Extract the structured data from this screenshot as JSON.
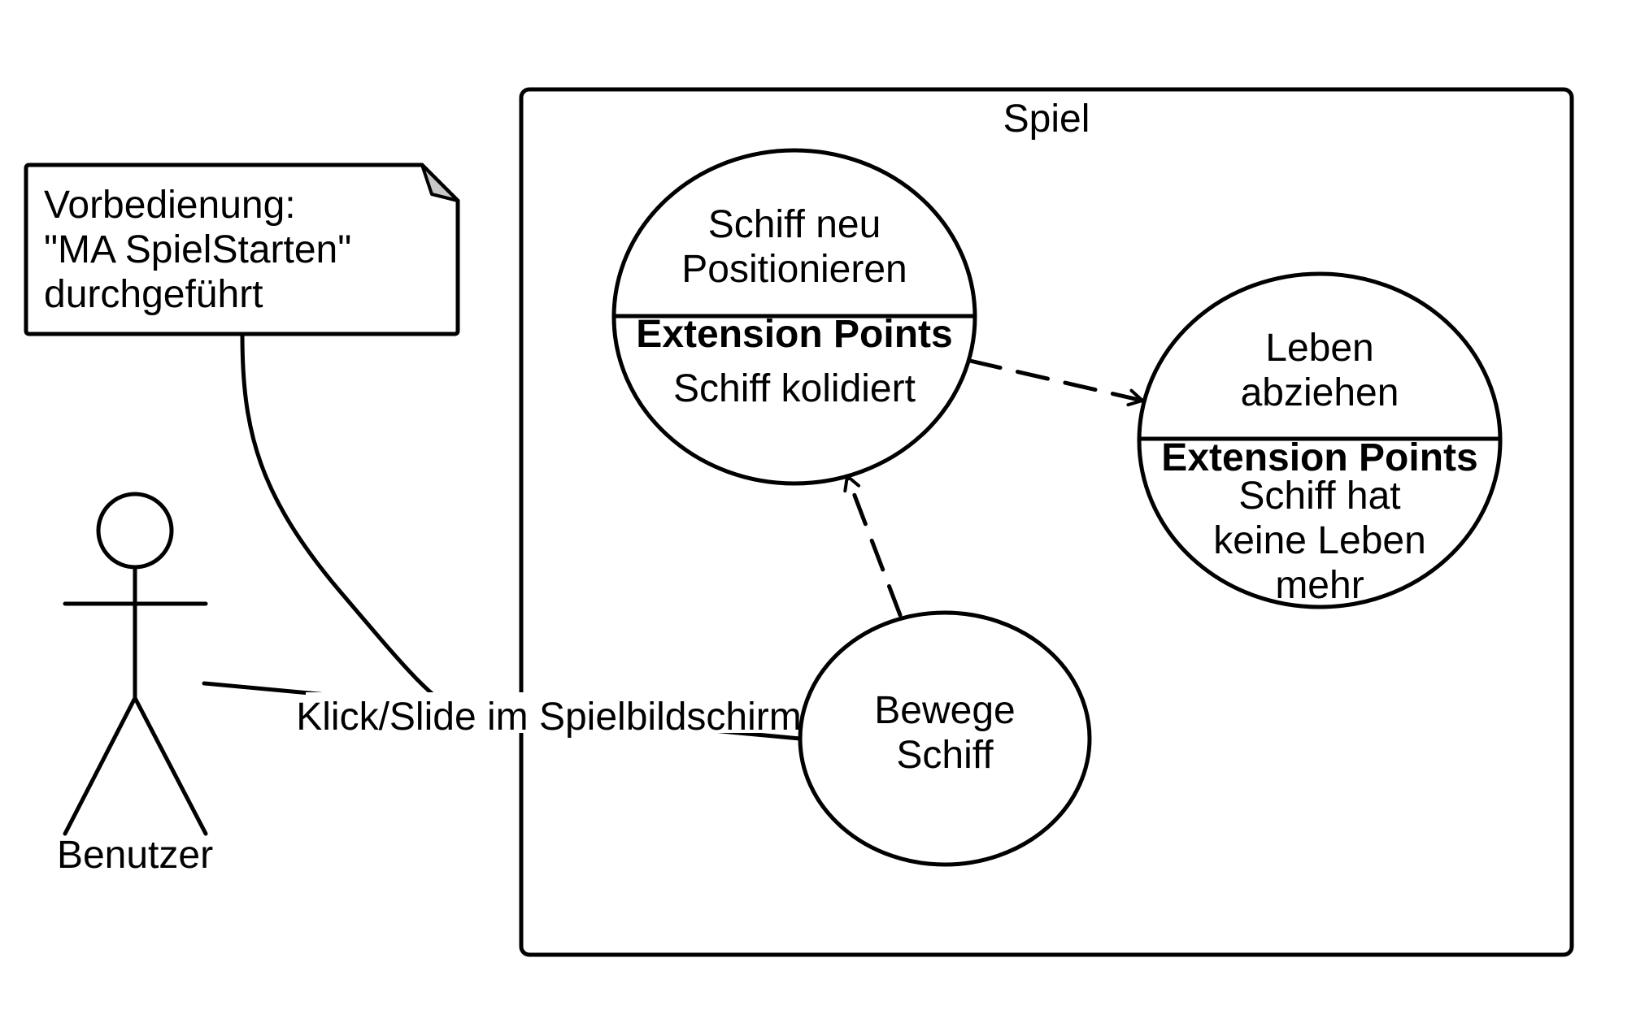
{
  "system_boundary": {
    "title": "Spiel"
  },
  "note": {
    "lines": [
      "Vorbedienung:",
      "\"MA SpielStarten\"",
      "durchgeführt"
    ]
  },
  "actor": {
    "name": "Benutzer"
  },
  "association": {
    "label": "Klick/Slide im Spielbildschirm"
  },
  "use_cases": {
    "schiff_neu_positionieren": {
      "name_lines": [
        "Schiff neu",
        "Positionieren"
      ],
      "extension_points_title": "Extension Points",
      "extension_points": [
        "Schiff kolidiert"
      ]
    },
    "leben_abziehen": {
      "name_lines": [
        "Leben",
        "abziehen"
      ],
      "extension_points_title": "Extension Points",
      "extension_points": [
        "Schiff hat",
        "keine Leben",
        "mehr"
      ]
    },
    "bewege_schiff": {
      "name_lines": [
        "Bewege",
        "Schiff"
      ]
    }
  }
}
